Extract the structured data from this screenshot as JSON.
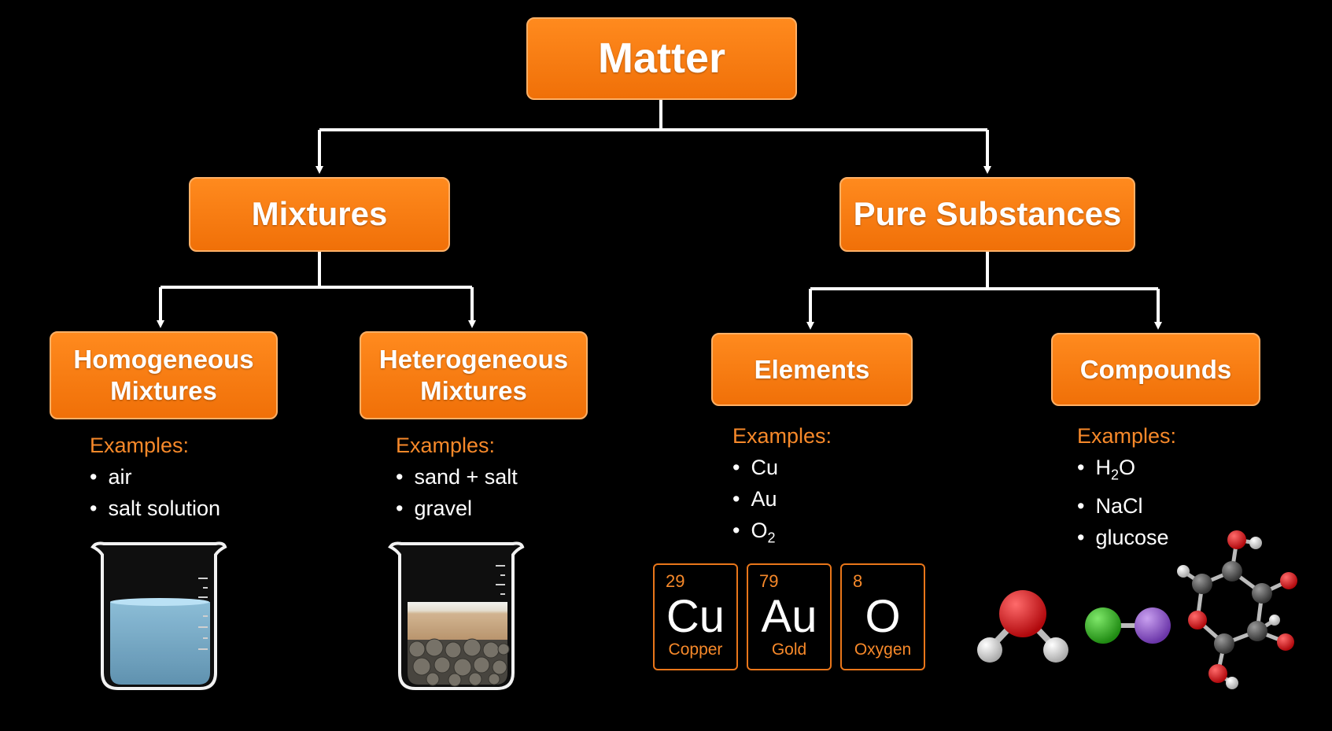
{
  "diagram": {
    "root": "Matter",
    "branches": {
      "mixtures": "Mixtures",
      "pure": "Pure Substances"
    },
    "leaves": {
      "homogeneous": [
        "Homogeneous",
        "Mixtures"
      ],
      "heterogeneous": [
        "Heterogeneous",
        "Mixtures"
      ],
      "elements": "Elements",
      "compounds": "Compounds"
    },
    "examples": {
      "homogeneous": {
        "title": "Examples:",
        "items": [
          "air",
          "salt solution"
        ]
      },
      "heterogeneous": {
        "title": "Examples:",
        "items": [
          "sand + salt",
          "gravel"
        ]
      },
      "elements": {
        "title": "Examples:",
        "items": [
          "Cu",
          "Au",
          "O"
        ],
        "subscript": "2"
      },
      "compounds": {
        "title": "Examples:",
        "items": [
          "H",
          "O",
          "NaCl",
          "glucose"
        ],
        "subscript": "2"
      }
    },
    "tiles": [
      {
        "number": "29",
        "symbol": "Cu",
        "name": "Copper"
      },
      {
        "number": "79",
        "symbol": "Au",
        "name": "Gold"
      },
      {
        "number": "8",
        "symbol": "O",
        "name": "Oxygen"
      }
    ],
    "colors": {
      "box": "#f07008",
      "accent": "#f7892a",
      "connector": "#ffffff",
      "background": "#000000"
    }
  }
}
